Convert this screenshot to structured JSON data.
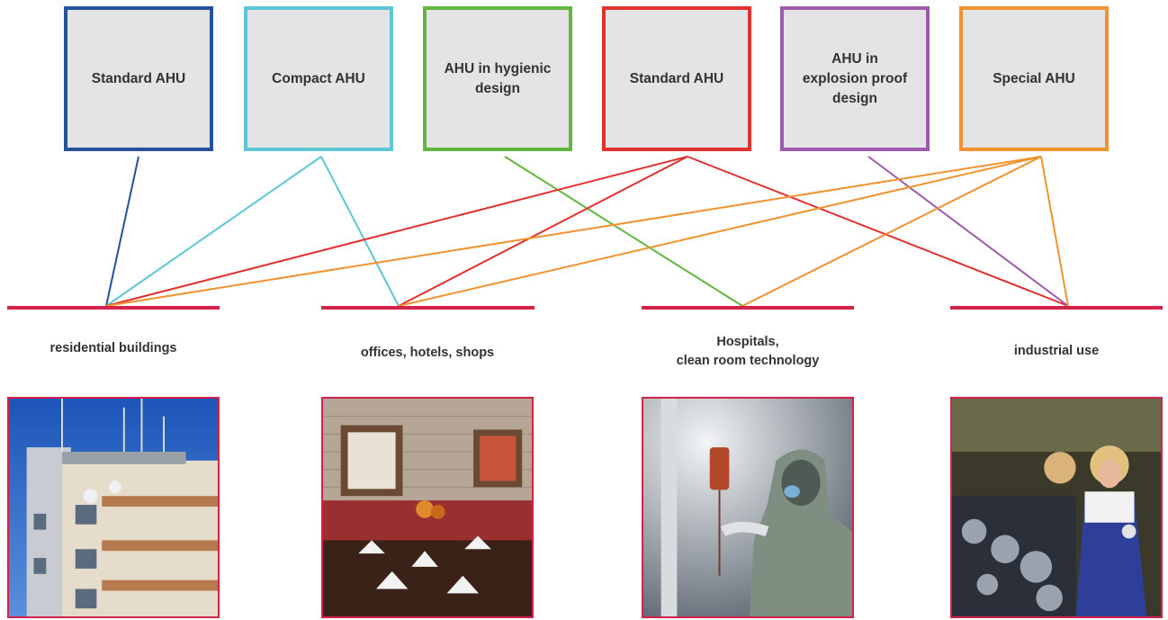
{
  "ahu_types": [
    {
      "id": "standard-ahu-blue",
      "label": "Standard AHU",
      "color": "#25529b"
    },
    {
      "id": "compact-ahu",
      "label": "Compact AHU",
      "color": "#5cc7d3"
    },
    {
      "id": "hygienic-ahu",
      "label": "AHU in hygienic\ndesign",
      "color": "#62b741"
    },
    {
      "id": "standard-ahu-red",
      "label": "Standard AHU",
      "color": "#e1312e"
    },
    {
      "id": "explosion-proof-ahu",
      "label": "AHU in\nexplosion proof\ndesign",
      "color": "#9e5aad"
    },
    {
      "id": "special-ahu",
      "label": "Special AHU",
      "color": "#f0922e"
    }
  ],
  "segments": [
    {
      "id": "residential",
      "label": "residential buildings"
    },
    {
      "id": "offices",
      "label": "offices, hotels, shops"
    },
    {
      "id": "hospitals",
      "label": "Hospitals,\nclean room technology"
    },
    {
      "id": "industrial",
      "label": "industrial use"
    }
  ],
  "connections": [
    {
      "from": "standard-ahu-blue",
      "to": "residential"
    },
    {
      "from": "compact-ahu",
      "to": "residential"
    },
    {
      "from": "compact-ahu",
      "to": "offices"
    },
    {
      "from": "hygienic-ahu",
      "to": "hospitals"
    },
    {
      "from": "standard-ahu-red",
      "to": "residential"
    },
    {
      "from": "standard-ahu-red",
      "to": "offices"
    },
    {
      "from": "standard-ahu-red",
      "to": "industrial"
    },
    {
      "from": "explosion-proof-ahu",
      "to": "industrial"
    },
    {
      "from": "special-ahu",
      "to": "residential"
    },
    {
      "from": "special-ahu",
      "to": "offices"
    },
    {
      "from": "special-ahu",
      "to": "hospitals"
    },
    {
      "from": "special-ahu",
      "to": "industrial"
    }
  ],
  "segment_bar_color": "#d4234a",
  "photos": [
    {
      "id": "residential",
      "subject": "apartment-building-photo"
    },
    {
      "id": "offices",
      "subject": "restaurant-interior-photo"
    },
    {
      "id": "hospitals",
      "subject": "clean-room-worker-photo"
    },
    {
      "id": "industrial",
      "subject": "factory-assembly-line-photo"
    }
  ]
}
